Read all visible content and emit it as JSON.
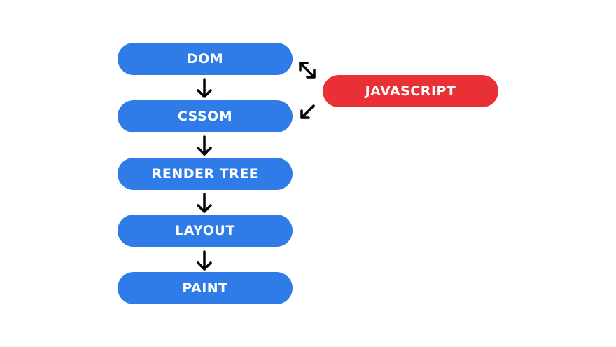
{
  "diagram": {
    "steps": [
      {
        "label": "DOM"
      },
      {
        "label": "CSSOM"
      },
      {
        "label": "RENDER TREE"
      },
      {
        "label": "LAYOUT"
      },
      {
        "label": "PAINT"
      }
    ],
    "side_node": {
      "label": "JAVASCRIPT"
    },
    "colors": {
      "step_fill": "#2f7ce9",
      "side_fill": "#e93034",
      "arrow": "#000000",
      "text": "#ffffff"
    },
    "edges": [
      {
        "from": "DOM",
        "to": "CSSOM",
        "type": "one-way"
      },
      {
        "from": "CSSOM",
        "to": "RENDER TREE",
        "type": "one-way"
      },
      {
        "from": "RENDER TREE",
        "to": "LAYOUT",
        "type": "one-way"
      },
      {
        "from": "LAYOUT",
        "to": "PAINT",
        "type": "one-way"
      },
      {
        "from": "JAVASCRIPT",
        "to": "DOM",
        "type": "two-way"
      },
      {
        "from": "JAVASCRIPT",
        "to": "CSSOM",
        "type": "one-way"
      }
    ]
  }
}
